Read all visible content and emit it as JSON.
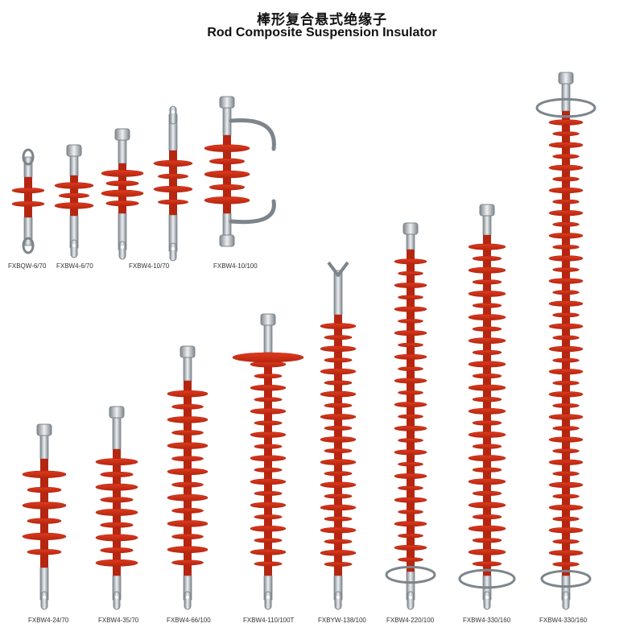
{
  "title_cn": "棒形复合悬式绝缘子",
  "title_en": "Rod Composite Suspension Insulator",
  "colors": {
    "shed": "#e03a1c",
    "shed_dark": "#b52611",
    "metal": "#bcc2c8",
    "metal_dark": "#7d858c"
  },
  "products": [
    {
      "label": "FXBQW-6/70"
    },
    {
      "label": "FXBW4-6/70"
    },
    {
      "label": "FXBW4-10/70"
    },
    {
      "label": "FXBW4-10/100"
    },
    {
      "label": "FXBW4-24/70"
    },
    {
      "label": "FXBW4-35/70"
    },
    {
      "label": "FXBW4-66/100"
    },
    {
      "label": "FXBW4-110/100T"
    },
    {
      "label": "FXBYW-138/100"
    },
    {
      "label": "FXBW4-220/100"
    },
    {
      "label": "FXBW4-330/160"
    },
    {
      "label": "FXBW4-330/160"
    }
  ]
}
